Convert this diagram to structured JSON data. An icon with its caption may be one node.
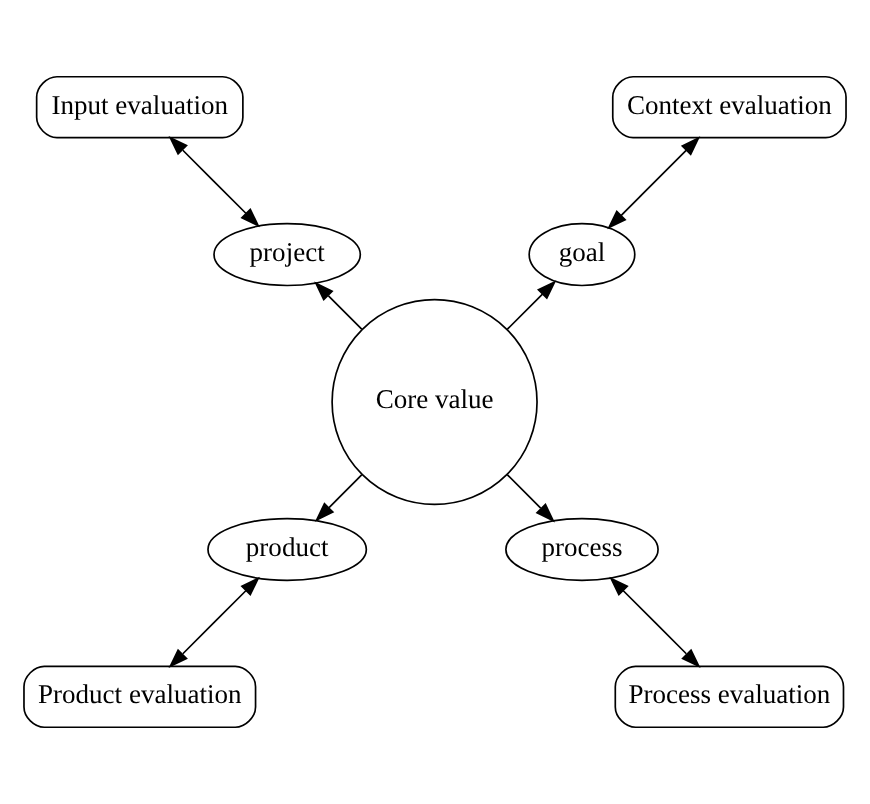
{
  "diagram": {
    "nodes": [
      {
        "text": [
          "Context evaluation"
        ]
      },
      {
        "text": [
          "Input evaluation"
        ]
      },
      {
        "text": [
          "goal"
        ]
      },
      {
        "text": [
          "project"
        ]
      },
      {
        "text": [
          "Core value"
        ]
      },
      {
        "text": [
          "product"
        ]
      },
      {
        "text": [
          "process"
        ]
      },
      {
        "text": [
          "Product evaluation"
        ]
      },
      {
        "text": [
          "Process evaluation"
        ]
      }
    ],
    "edges": [
      {
        "from": 4,
        "to": 2,
        "arrow": "to"
      },
      {
        "from": 4,
        "to": 3,
        "arrow": "to"
      },
      {
        "from": 4,
        "to": 5,
        "arrow": "to"
      },
      {
        "from": 4,
        "to": 6,
        "arrow": "to"
      },
      {
        "from": 2,
        "to": 0,
        "arrow": "both"
      },
      {
        "from": 3,
        "to": 1,
        "arrow": "both"
      },
      {
        "from": 5,
        "to": 7,
        "arrow": "both"
      },
      {
        "from": 6,
        "to": 8,
        "arrow": "both"
      }
    ]
  }
}
